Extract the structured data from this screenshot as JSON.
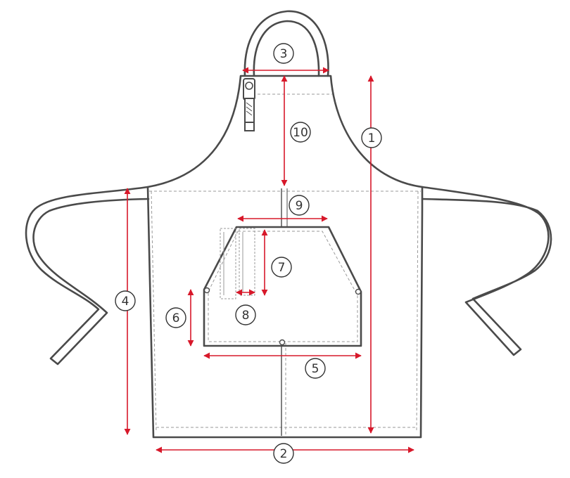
{
  "diagram": {
    "subject": "apron",
    "colors": {
      "outline": "#4a4a4a",
      "stitch": "#9a9a9a",
      "dimension_arrow": "#d7182a",
      "callout": "#333333"
    },
    "callouts": [
      {
        "id": "1",
        "label": "1"
      },
      {
        "id": "2",
        "label": "2"
      },
      {
        "id": "3",
        "label": "3"
      },
      {
        "id": "4",
        "label": "4"
      },
      {
        "id": "5",
        "label": "5"
      },
      {
        "id": "6",
        "label": "6"
      },
      {
        "id": "7",
        "label": "7"
      },
      {
        "id": "8",
        "label": "8"
      },
      {
        "id": "9",
        "label": "9"
      },
      {
        "id": "10",
        "label": "10"
      }
    ]
  }
}
